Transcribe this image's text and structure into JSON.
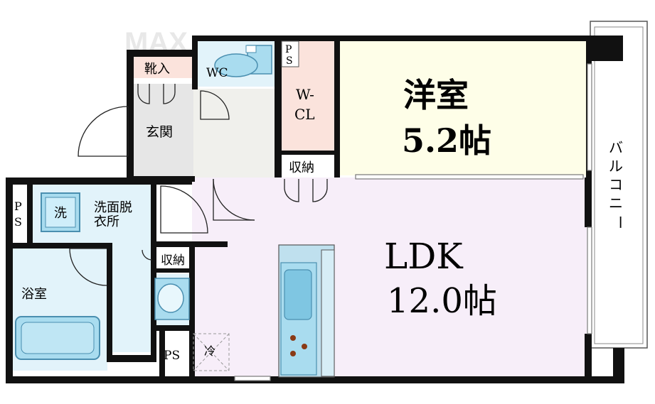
{
  "watermark": "MAX",
  "rooms": {
    "western_room": {
      "name": "洋室",
      "size": "5.2帖"
    },
    "ldk": {
      "name": "LDK",
      "size": "12.0帖"
    },
    "genkan": "玄関",
    "kutsuire": "靴入",
    "wc": "WC",
    "wcl_line1": "W-",
    "wcl_line2": "CL",
    "storage_top": "収納",
    "storage_mid": "収納",
    "washroom_line1": "洗面脱",
    "washroom_line2": "衣所",
    "washer": "洗",
    "bathroom": "浴室",
    "ps_top": "PS",
    "ps_left": "PS",
    "ps_bottom": "PS",
    "fridge": "冷",
    "balcony": "バルコニー"
  },
  "colors": {
    "wall": "#111111",
    "ldk_floor": "#f7eef9",
    "western_floor": "#fefee8",
    "wet_area": "#e2f3fa",
    "entrance": "#e6e6e6",
    "hall": "#f0f0ec",
    "closet": "#fbe3dc",
    "kutsuire": "#fbe3dc",
    "fixture": "#a9dcef",
    "fixture_stroke": "#4a8fb0",
    "counter": "#bfe0ee"
  }
}
